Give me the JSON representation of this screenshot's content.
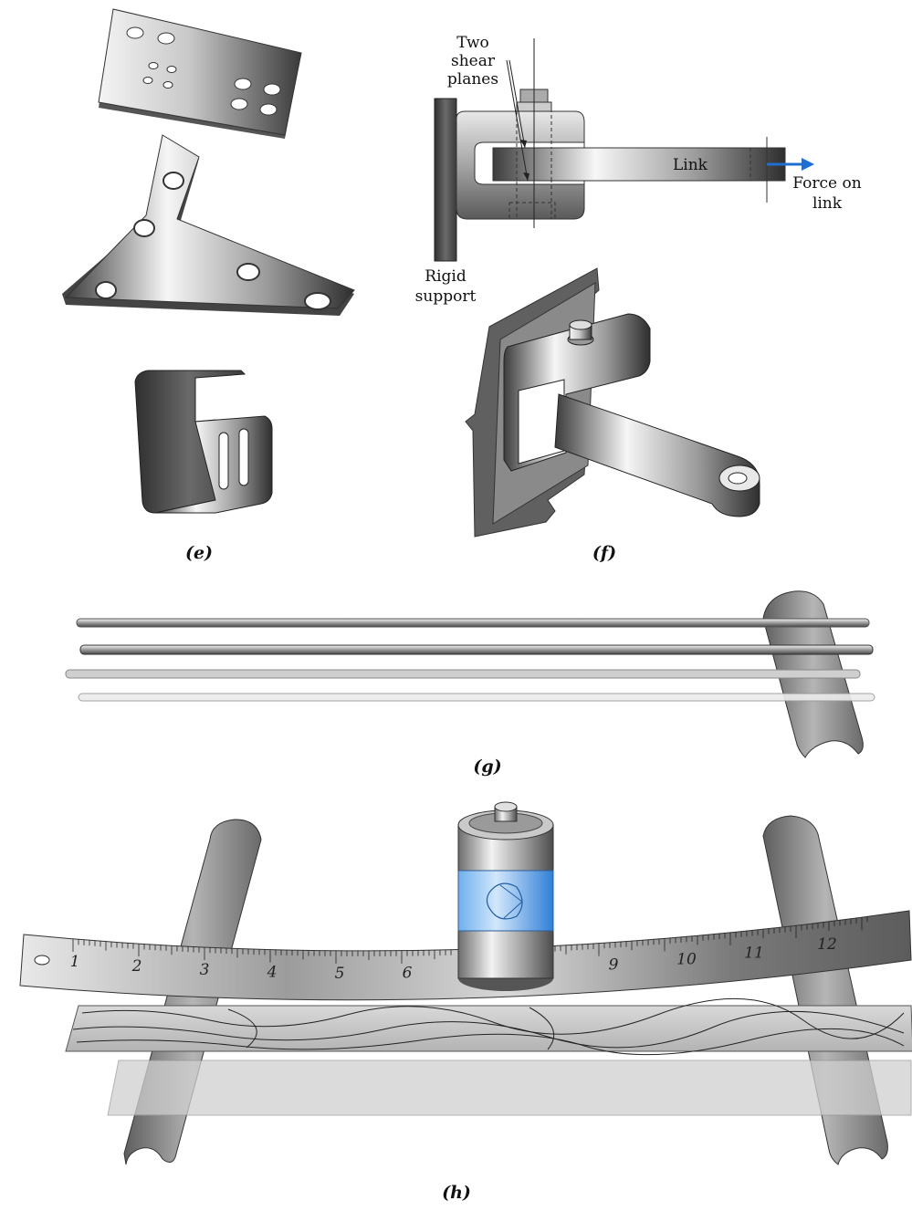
{
  "panel_e": {
    "caption": "(e)"
  },
  "panel_f": {
    "caption": "(f)",
    "labels": {
      "shear_line1": "Two",
      "shear_line2": "shear",
      "shear_line3": "planes",
      "link": "Link",
      "force_line1": "Force on",
      "force_line2": "link",
      "support_line1": "Rigid",
      "support_line2": "support"
    },
    "force_arrow_color": "#1f6fd1"
  },
  "panel_g": {
    "caption": "(g)"
  },
  "panel_h": {
    "caption": "(h)",
    "ruler_numbers": [
      "1",
      "2",
      "3",
      "4",
      "5",
      "6",
      "9",
      "10",
      "11",
      "12"
    ],
    "battery_label_color": "#3a8fe0"
  }
}
